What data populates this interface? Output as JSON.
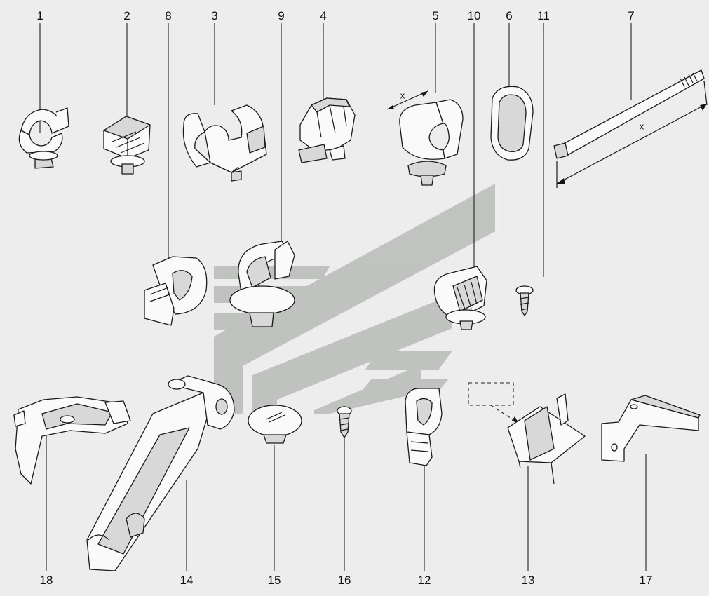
{
  "callouts": {
    "c1": "1",
    "c2": "2",
    "c3": "3",
    "c4": "4",
    "c5": "5",
    "c6": "6",
    "c7": "7",
    "c8": "8",
    "c9": "9",
    "c10": "10",
    "c11": "11",
    "c12": "12",
    "c13": "13",
    "c14": "14",
    "c15": "15",
    "c16": "16",
    "c17": "17",
    "c18": "18"
  },
  "dimension_labels": {
    "part5": "x",
    "part7": "x"
  },
  "watermark": {
    "color": "#9aa09a"
  }
}
